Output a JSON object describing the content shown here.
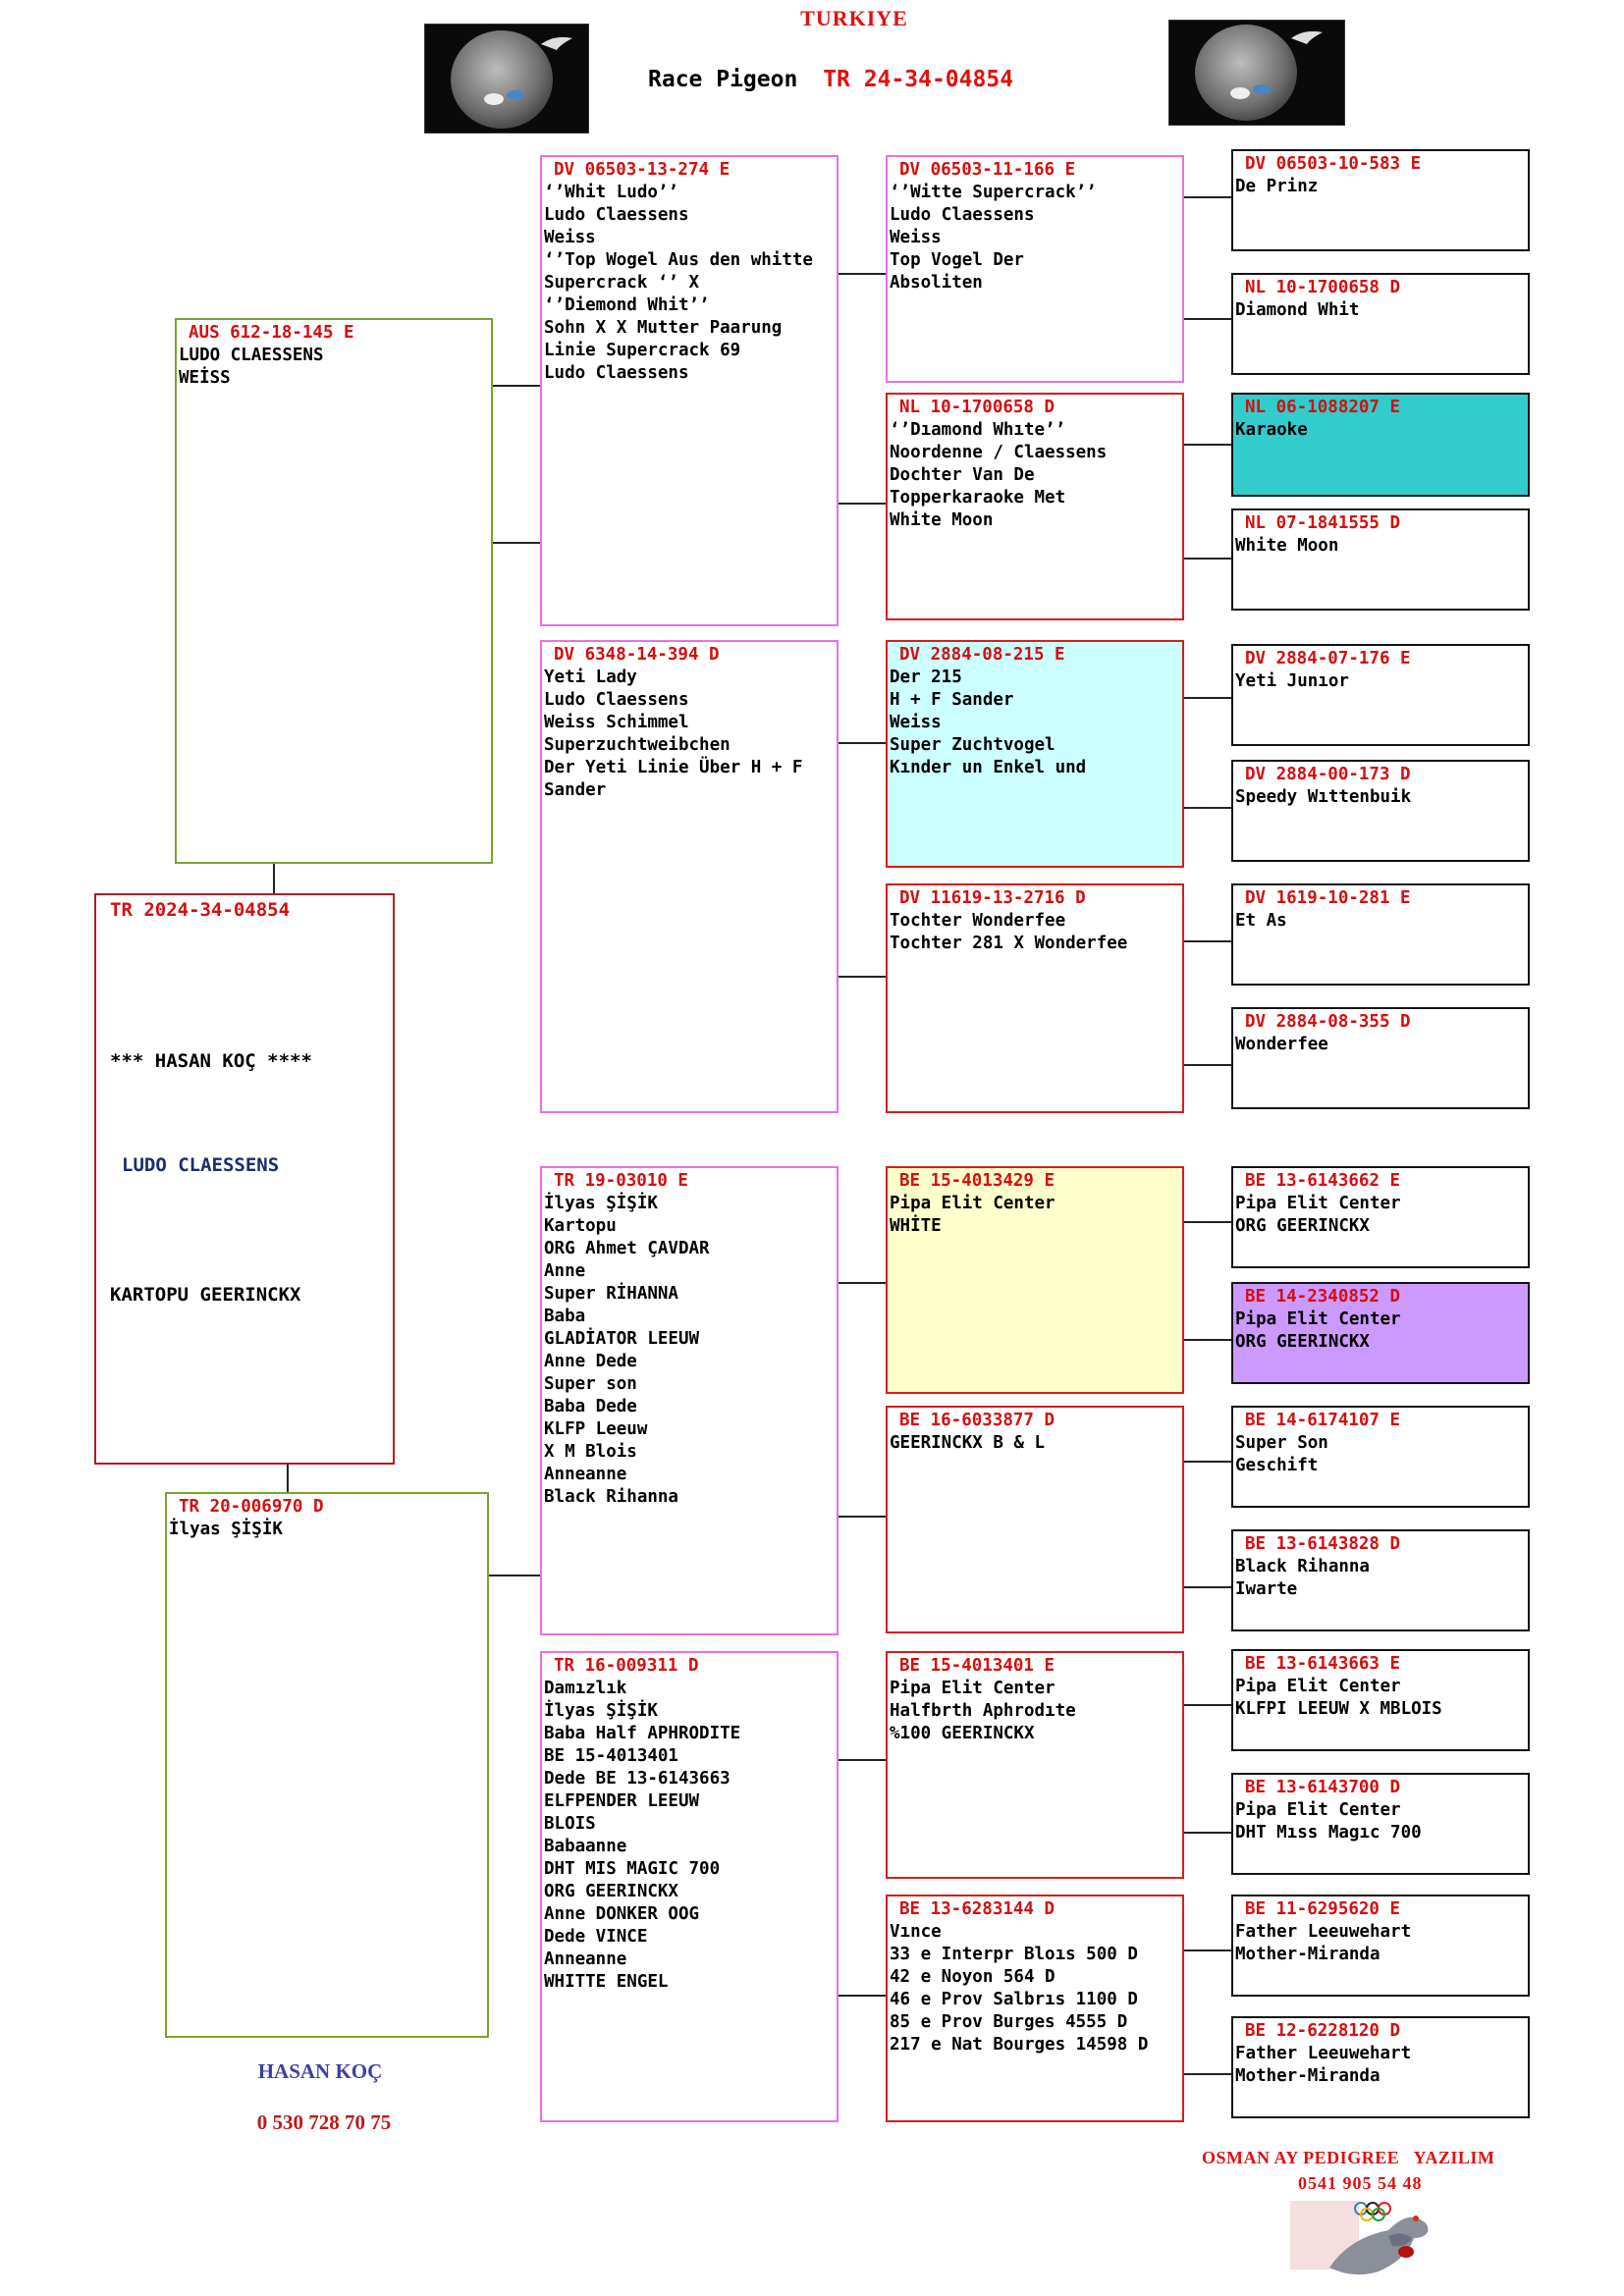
{
  "header": {
    "country": "TURKIYE",
    "title": "Race Pigeon",
    "ring": "TR 24-34-04854"
  },
  "main_bird": {
    "ring": "TR 2024-34-04854",
    "owner": "*** HASAN KOÇ ****",
    "breeder": "LUDO CLAESSENS",
    "name": "KARTOPU GEERINCKX"
  },
  "sire": {
    "ring": "AUS 612-18-145 E",
    "lines": [
      "LUDO CLAESSENS",
      "WEİSS"
    ]
  },
  "dam": {
    "ring": "TR 20-006970 D",
    "lines": [
      "İlyas ŞİŞİK"
    ]
  },
  "gen2": [
    {
      "ring": "DV 06503-13-274 E",
      "lines": [
        "‘’Whit Ludo’’",
        "Ludo Claessens",
        "Weiss",
        "‘’Top Wogel Aus den whitte",
        "Supercrack ‘’ X",
        "‘’Diemond Whit’’",
        "Sohn X X Mutter Paarung",
        "Linie Supercrack 69",
        "Ludo Claessens"
      ]
    },
    {
      "ring": "DV 6348-14-394 D",
      "lines": [
        "Yeti Lady",
        "Ludo Claessens",
        "Weiss Schimmel",
        "Superzuchtweibchen",
        "Der Yeti Linie Über H + F",
        "Sander"
      ]
    },
    {
      "ring": "TR 19-03010 E",
      "lines": [
        "İlyas ŞİŞİK",
        "Kartopu",
        "ORG Ahmet ÇAVDAR",
        "Anne",
        "Super RİHANNA",
        "Baba",
        "GLADİATOR LEEUW",
        "Anne Dede",
        "Super son",
        "Baba Dede",
        "KLFP Leeuw",
        "X M Blois",
        "Anneanne",
        "Black Rihanna"
      ]
    },
    {
      "ring": "TR 16-009311 D",
      "lines": [
        "Damızlık",
        "İlyas ŞİŞİK",
        "Baba Half APHRODITE",
        "BE 15-4013401",
        "Dede BE 13-6143663",
        "ELFPENDER LEEUW",
        "BLOIS",
        "Babaanne",
        "DHT MIS MAGIC 700",
        "ORG GEERINCKX",
        "Anne DONKER OOG",
        "Dede VINCE",
        "Anneanne",
        "WHITTE ENGEL"
      ]
    }
  ],
  "gen3": [
    {
      "ring": "DV 06503-11-166 E",
      "lines": [
        "‘’Witte Supercrack’’",
        "Ludo Claessens",
        "Weiss",
        "Top Vogel Der",
        "Absoliten"
      ]
    },
    {
      "ring": "NL 10-1700658 D",
      "lines": [
        "‘’Dıamond Whıte’’",
        "Noordenne / Claessens",
        "Dochter Van De",
        "Topperkaraoke Met",
        "White Moon"
      ]
    },
    {
      "ring": "DV 2884-08-215 E",
      "lines": [
        "Der 215",
        "H + F Sander",
        "Weiss",
        "Super Zuchtvogel",
        "Kınder un Enkel und"
      ]
    },
    {
      "ring": "DV 11619-13-2716 D",
      "lines": [
        "Tochter Wonderfee",
        "Tochter 281 X Wonderfee"
      ]
    },
    {
      "ring": "BE 15-4013429 E",
      "lines": [
        "Pipa Elit Center",
        "WHİTE"
      ]
    },
    {
      "ring": "BE 16-6033877 D",
      "lines": [
        "GEERINCKX B & L"
      ]
    },
    {
      "ring": "BE 15-4013401 E",
      "lines": [
        "Pipa Elit Center",
        "Halfbrth Aphrodıte",
        "%100 GEERINCKX"
      ]
    },
    {
      "ring": "BE 13-6283144 D",
      "lines": [
        "Vınce",
        "33 e Interpr Bloıs 500 D",
        "42 e Noyon 564 D",
        "46 e Prov Salbrıs 1100 D",
        "85 e Prov Burges 4555 D",
        "217 e Nat Bourges 14598 D"
      ]
    }
  ],
  "gen4": [
    {
      "ring": "DV 06503-10-583 E",
      "lines": [
        "De Prinz"
      ]
    },
    {
      "ring": "NL 10-1700658 D",
      "lines": [
        "Diamond Whit"
      ]
    },
    {
      "ring": "NL 06-1088207 E",
      "lines": [
        "Karaoke"
      ]
    },
    {
      "ring": "NL 07-1841555 D",
      "lines": [
        "White Moon"
      ]
    },
    {
      "ring": "DV 2884-07-176 E",
      "lines": [
        "Yeti Junıor"
      ]
    },
    {
      "ring": "DV 2884-00-173 D",
      "lines": [
        "Speedy Wıttenbuik"
      ]
    },
    {
      "ring": "DV 1619-10-281 E",
      "lines": [
        "Et As"
      ]
    },
    {
      "ring": "DV 2884-08-355 D",
      "lines": [
        "Wonderfee"
      ]
    },
    {
      "ring": "BE 13-6143662 E",
      "lines": [
        "Pipa Elit Center",
        "ORG GEERINCKX"
      ]
    },
    {
      "ring": "BE 14-2340852 D",
      "lines": [
        "Pipa Elit Center",
        "ORG GEERINCKX"
      ]
    },
    {
      "ring": "BE 14-6174107 E",
      "lines": [
        "Super Son",
        "Geschift"
      ]
    },
    {
      "ring": "BE 13-6143828 D",
      "lines": [
        "Black Rihanna",
        "Iwarte"
      ]
    },
    {
      "ring": "BE 13-6143663 E",
      "lines": [
        "Pipa Elit Center",
        "KLFPI LEEUW X MBLOIS"
      ]
    },
    {
      "ring": "BE 13-6143700 D",
      "lines": [
        "Pipa Elit Center",
        "DHT Mıss Magıc 700"
      ]
    },
    {
      "ring": "BE 11-6295620 E",
      "lines": [
        "Father Leeuwehart",
        "Mother-Miranda"
      ]
    },
    {
      "ring": "BE 12-6228120 D",
      "lines": [
        "Father Leeuwehart",
        "Mother-Miranda"
      ]
    }
  ],
  "footer": {
    "owner_name": "HASAN KOÇ",
    "owner_phone": "0 530 728 70 75",
    "software": "OSMAN AY PEDIGREE   YAZILIM",
    "software_phone": "0541 905 54 48"
  },
  "colors": {
    "ring_red": "#d40f0f",
    "karaoke_fill": "#33cccc",
    "sander_fill": "#ccffff",
    "be_4013429_fill": "#ffffcc",
    "be_2340852_fill": "#cc99ff"
  },
  "icons": [
    "moon-pigeon-logo-icon",
    "pigeon-logo-icon"
  ]
}
